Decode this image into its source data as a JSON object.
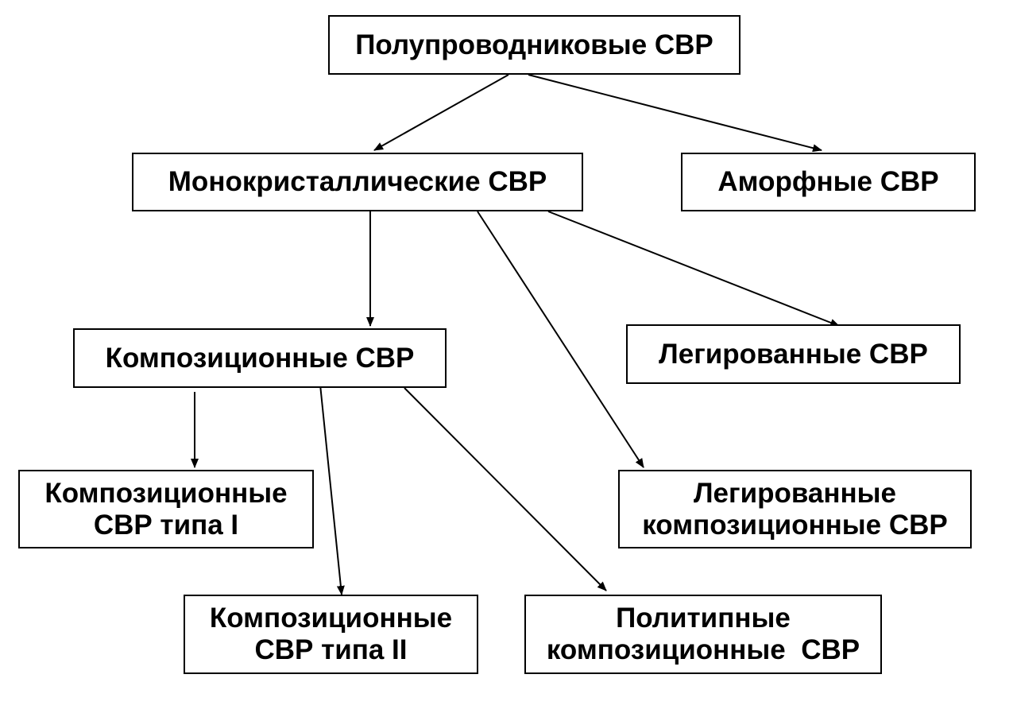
{
  "diagram": {
    "nodes": {
      "root": {
        "lines": [
          "Полупроводниковые СВР"
        ]
      },
      "mono": {
        "lines": [
          "Монокристаллические СВР"
        ]
      },
      "amorph": {
        "lines": [
          "Аморфные СВР"
        ]
      },
      "comp": {
        "lines": [
          "Композиционные СВР"
        ]
      },
      "doped": {
        "lines": [
          "Легированные СВР"
        ]
      },
      "comp1": {
        "lines": [
          "Композиционные",
          "СВР типа I"
        ]
      },
      "comp2": {
        "lines": [
          "Композиционные",
          "СВР типа II"
        ]
      },
      "dopedcomp": {
        "lines": [
          "Легированные",
          "композиционные СВР"
        ]
      },
      "polytype": {
        "lines": [
          "Политипные",
          "композиционные  СВР"
        ]
      }
    },
    "edges": [
      {
        "from": "root",
        "to": "mono"
      },
      {
        "from": "root",
        "to": "amorph"
      },
      {
        "from": "mono",
        "to": "comp"
      },
      {
        "from": "mono",
        "to": "dopedcomp"
      },
      {
        "from": "mono",
        "to": "doped"
      },
      {
        "from": "comp",
        "to": "comp1"
      },
      {
        "from": "comp",
        "to": "comp2"
      },
      {
        "from": "comp",
        "to": "polytype"
      }
    ],
    "colors": {
      "stroke": "#000000",
      "fill": "#ffffff",
      "text": "#000000"
    }
  }
}
